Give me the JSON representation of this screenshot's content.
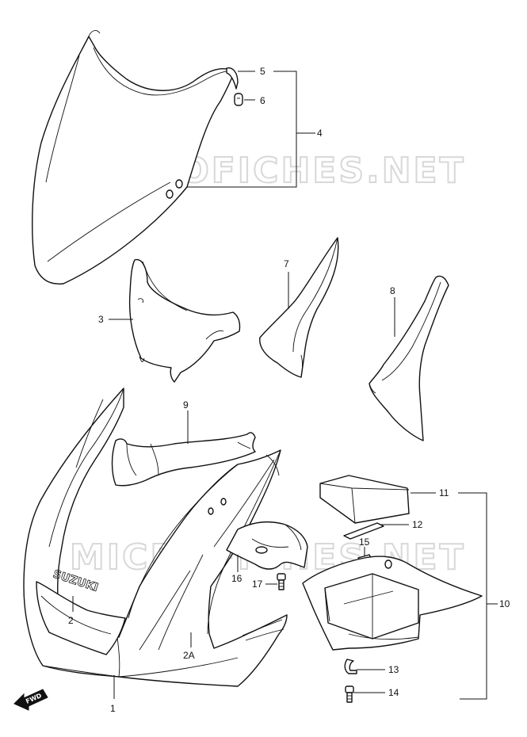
{
  "watermark": "MICROFICHES.NET",
  "logo_text": "SUZUKI",
  "fwd_label": "FWD",
  "callouts": {
    "c1": "1",
    "c2": "2",
    "c2a": "2A",
    "c3": "3",
    "c4": "4",
    "c5": "5",
    "c6": "6",
    "c7": "7",
    "c8": "8",
    "c9": "9",
    "c10": "10",
    "c11": "11",
    "c12": "12",
    "c13": "13",
    "c14": "14",
    "c15": "15",
    "c16": "16",
    "c17": "17"
  }
}
